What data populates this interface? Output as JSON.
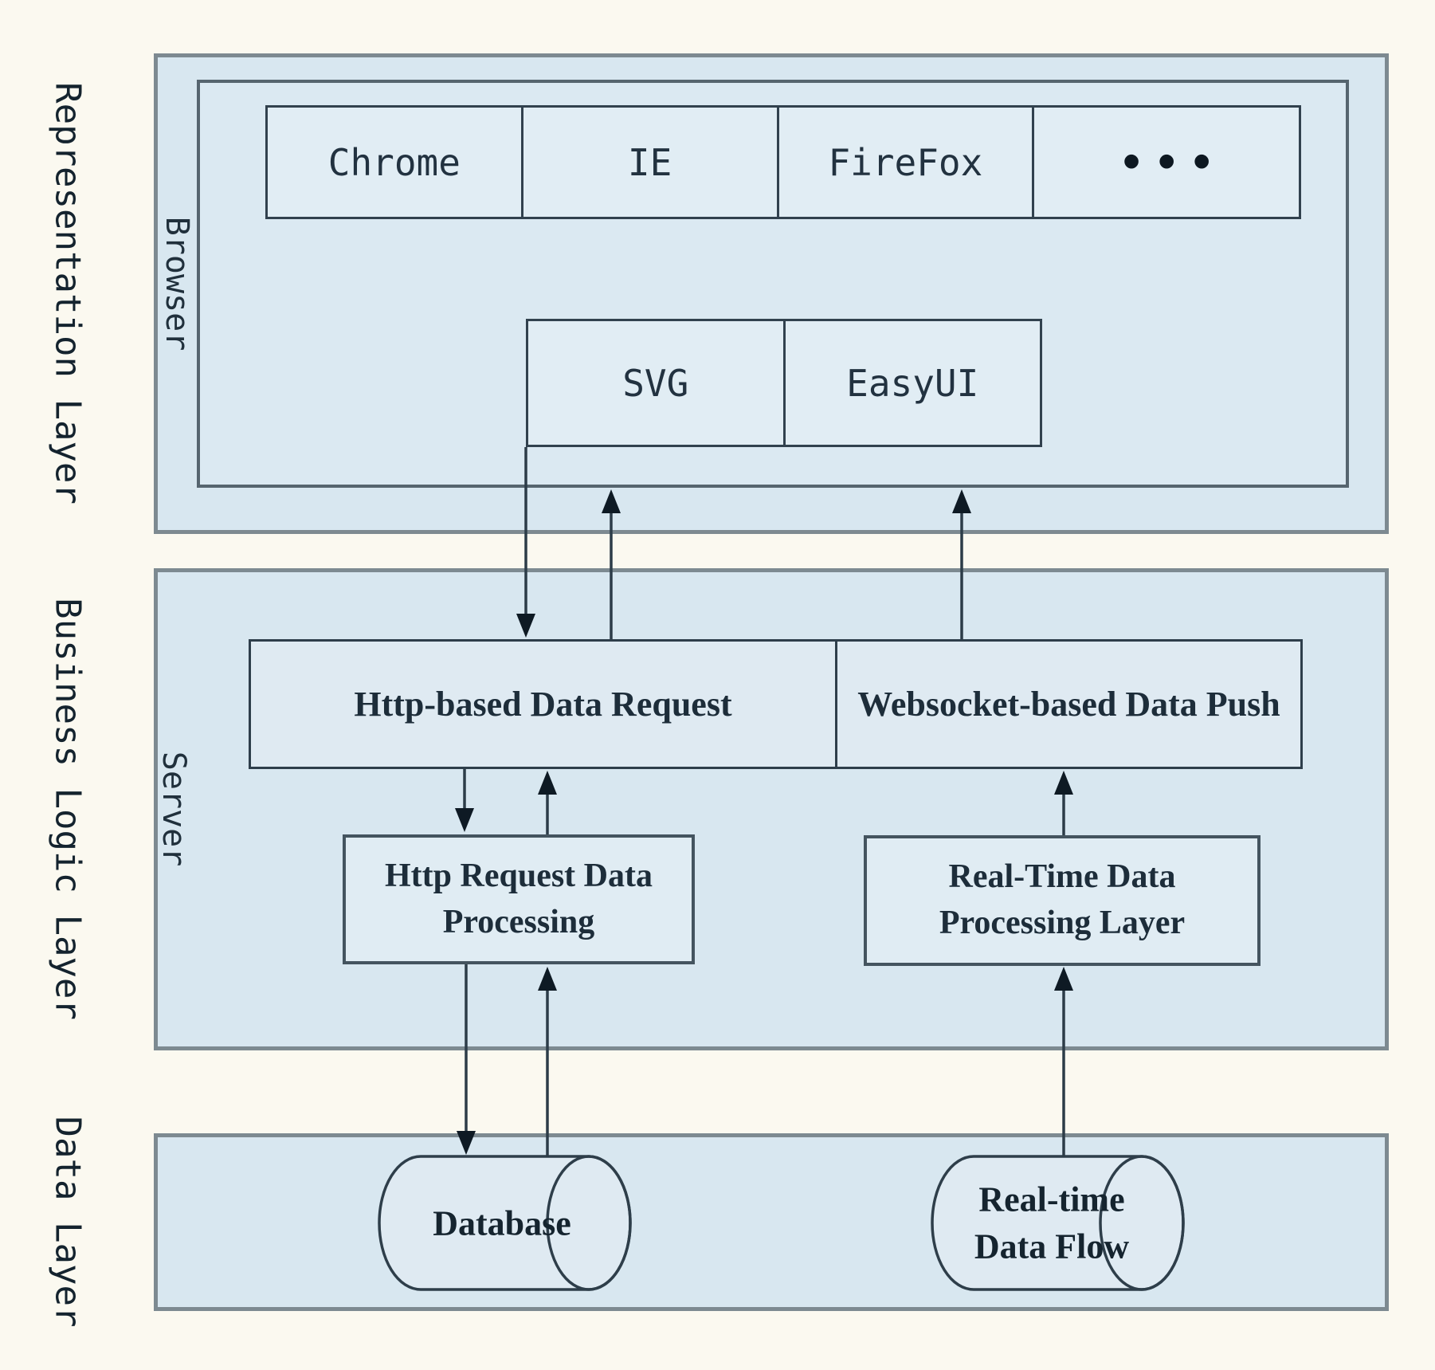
{
  "layers": {
    "representation": {
      "label": "Representation Layer",
      "sublabel": "Browser"
    },
    "business": {
      "label": "Business Logic Layer",
      "sublabel": "Server"
    },
    "data": {
      "label": "Data Layer"
    }
  },
  "browser_row": {
    "cells": [
      "Chrome",
      "IE",
      "FireFox",
      "•••"
    ]
  },
  "ui_row": {
    "cells": [
      "SVG",
      "EasyUI"
    ]
  },
  "server_row": {
    "cells": [
      "Http-based Data Request",
      "Websocket-based Data Push"
    ]
  },
  "processing": {
    "http": {
      "line1": "Http Request Data",
      "line2": "Processing"
    },
    "realtime": {
      "line1": "Real-Time Data",
      "line2": "Processing Layer"
    }
  },
  "datastores": {
    "database": {
      "label": "Database"
    },
    "flow": {
      "line1": "Real-time",
      "line2": "Data Flow"
    }
  },
  "colors": {
    "layer_fill": "#d8e7f0",
    "cell_fill": "#e1edf4",
    "layer_border": "#7d8a91",
    "box_border": "#2e3e4b",
    "arrow": "#2c3c48",
    "text": "#1d2d3a",
    "background": "#fbf9f0"
  }
}
